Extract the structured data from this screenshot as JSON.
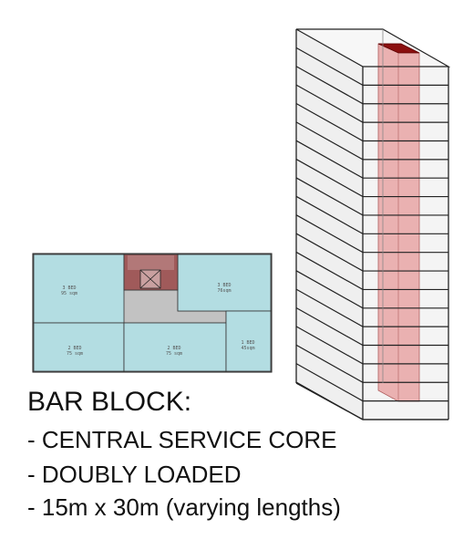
{
  "floor_plan": {
    "units": [
      {
        "beds": "3 BED",
        "area": "95 sqm"
      },
      {
        "beds": "3 BED",
        "area": "76sqm"
      },
      {
        "beds": "2 BED",
        "area": "75 sqm"
      },
      {
        "beds": "2 BED",
        "area": "75 sqm"
      },
      {
        "beds": "1 BED",
        "area": "45sqm"
      }
    ],
    "colors": {
      "unit": "#b3dde2",
      "core": "#a05a5a",
      "corridor": "#c2c2c2"
    }
  },
  "tower": {
    "floors": 19,
    "colors": {
      "core": "#e8a5a5",
      "core_top": "#8b1010",
      "glass": "#efefef"
    }
  },
  "caption": {
    "title": "BAR BLOCK:",
    "points": [
      "- CENTRAL SERVICE CORE",
      "- DOUBLY LOADED",
      "- 15m x 30m (varying lengths)"
    ]
  }
}
